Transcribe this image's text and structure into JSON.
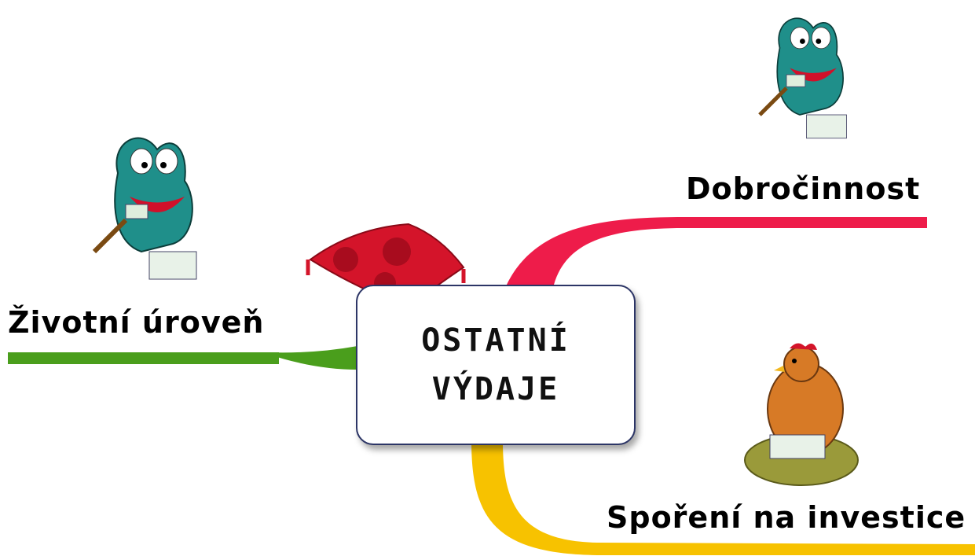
{
  "mindmap": {
    "central_topic": {
      "line1": "OSTATNÍ",
      "line2": "VÝDAJE"
    },
    "branches": [
      {
        "label": "Životní úroveň",
        "color": "#4a9e1c"
      },
      {
        "label": "Dobročinnost",
        "color": "#ee1c4a"
      },
      {
        "label": "Spoření na investice",
        "color": "#f7c200"
      }
    ],
    "illustrations": [
      {
        "icon": "money-eating-monster-icon"
      },
      {
        "icon": "money-eating-monster-icon"
      },
      {
        "icon": "red-pillow-icon"
      },
      {
        "icon": "hen-on-money-nest-icon"
      }
    ]
  }
}
